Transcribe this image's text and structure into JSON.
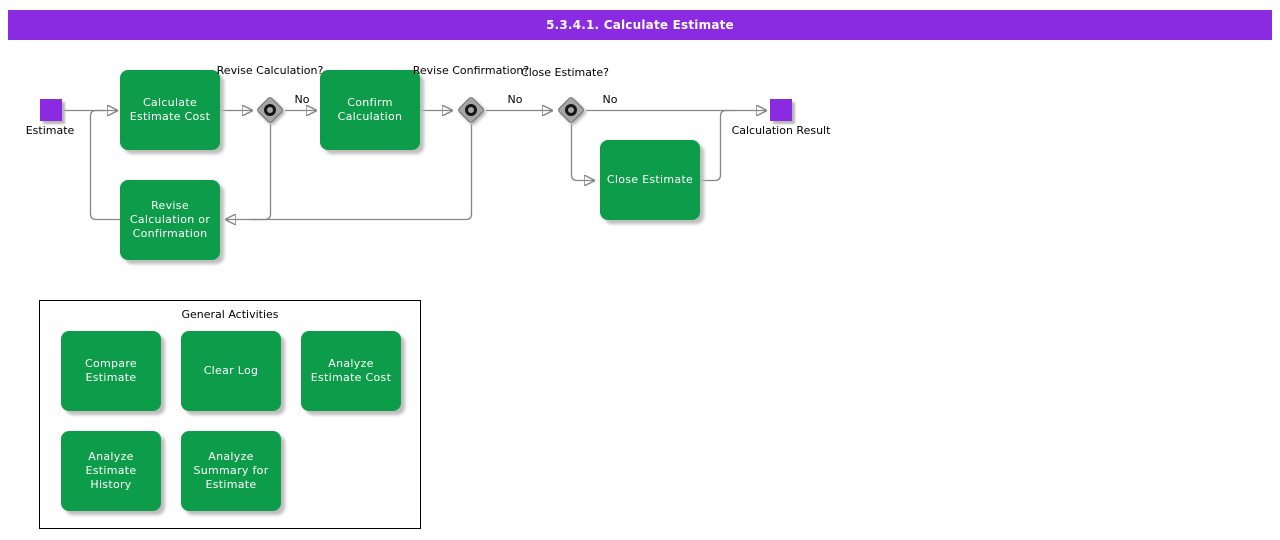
{
  "title_bar": {
    "text": "5.3.4.1. Calculate Estimate"
  },
  "colors": {
    "accent_purple": "#8a2be2",
    "event_purple": "#8a2be2",
    "activity_green": "#0d9c49",
    "connector_gray": "#868686"
  },
  "flow": {
    "start": {
      "label": "Estimate"
    },
    "end": {
      "label": "Calculation Result"
    },
    "activities": [
      {
        "label": "Calculate Estimate Cost"
      },
      {
        "label": "Confirm Calculation"
      },
      {
        "label": "Close Estimate"
      },
      {
        "label": "Revise Calculation or Confirmation"
      }
    ],
    "decisions": [
      {
        "label": "Revise Calculation?",
        "no_label": "No"
      },
      {
        "label": "Revise Confirmation?",
        "no_label": "No"
      },
      {
        "label": "Close Estimate?",
        "no_label": "No"
      }
    ]
  },
  "general_activities": {
    "title": "General Activities",
    "items": [
      {
        "label": "Compare Estimate"
      },
      {
        "label": "Clear Log"
      },
      {
        "label": "Analyze Estimate Cost"
      },
      {
        "label": "Analyze Estimate History"
      },
      {
        "label": "Analyze Summary for Estimate"
      }
    ]
  }
}
